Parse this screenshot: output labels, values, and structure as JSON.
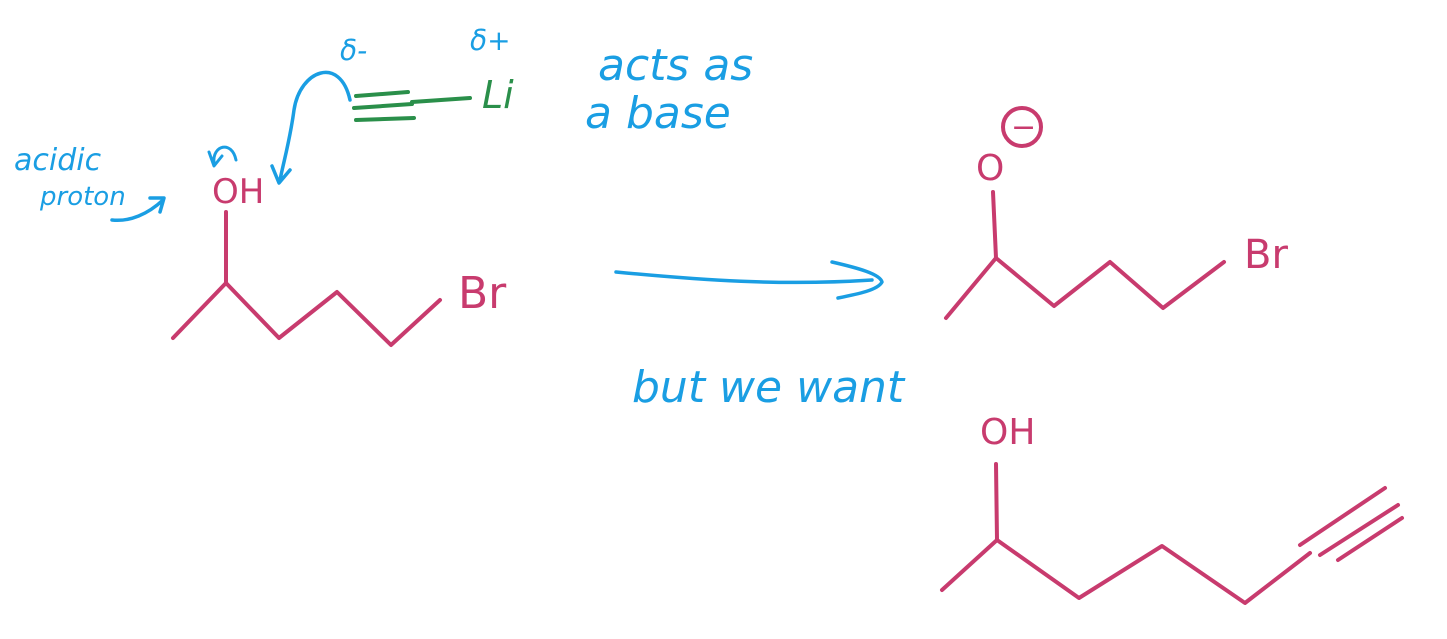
{
  "colors": {
    "structure": "#c83b6e",
    "annotation": "#1a9ee3",
    "reagent": "#2a8f4a",
    "background": "#ffffff"
  },
  "annotations": {
    "acidic_1": "acidic",
    "acidic_2": "proton",
    "acts_1": "acts as",
    "acts_2": "a base",
    "delta_minus": "δ-",
    "delta_plus": "δ+",
    "but_we_want": "but we want"
  },
  "reactant": {
    "oh_label": "OH",
    "br_label": "Br"
  },
  "reagent": {
    "metal": "Li"
  },
  "product": {
    "o_label": "O",
    "charge": "−",
    "br_label": "Br"
  },
  "desired": {
    "oh_label": "OH"
  }
}
